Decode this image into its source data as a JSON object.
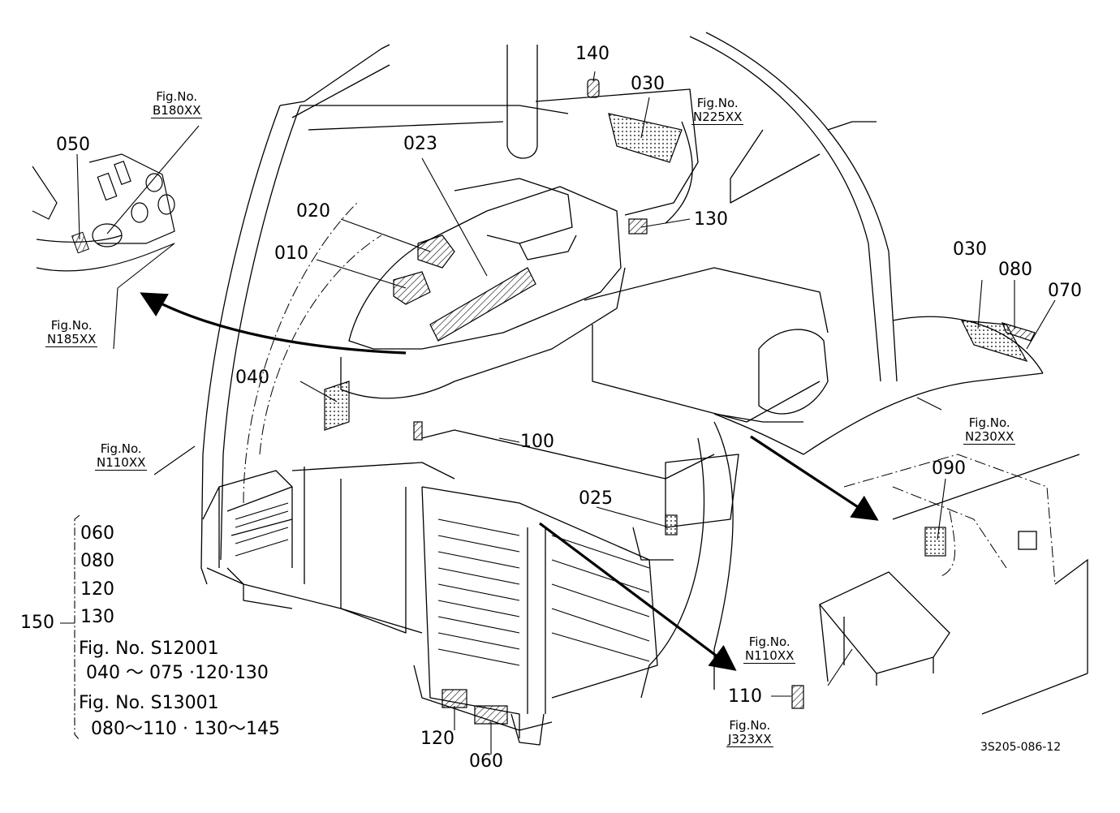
{
  "parts": {
    "p140": "140",
    "p030a": "030",
    "p023": "023",
    "p050": "050",
    "p020": "020",
    "p010": "010",
    "p130": "130",
    "p030b": "030",
    "p080": "080",
    "p070": "070",
    "p040": "040",
    "p100": "100",
    "p025": "025",
    "p090": "090",
    "p110": "110",
    "p120": "120",
    "p060": "060",
    "p150": "150"
  },
  "figrefs": {
    "b180": {
      "label": "Fig.No.",
      "num": "B180XX"
    },
    "n225": {
      "label": "Fig.No.",
      "num": "N225XX"
    },
    "n185": {
      "label": "Fig.No.",
      "num": "N185XX"
    },
    "n110a": {
      "label": "Fig.No.",
      "num": "N110XX"
    },
    "n230": {
      "label": "Fig.No.",
      "num": "N230XX"
    },
    "n110b": {
      "label": "Fig.No.",
      "num": "N110XX"
    },
    "j323": {
      "label": "Fig.No.",
      "num": "J323XX"
    }
  },
  "group150": {
    "items": [
      "060",
      "080",
      "120",
      "130"
    ],
    "fig1": "Fig. No. S12001",
    "range1": "040 ～ 075 ·120·130",
    "fig2": "Fig. No. S13001",
    "range2": "080～110 · 130～145"
  },
  "drawing_code": "3S205-086-12",
  "colors": {
    "ink": "#000000",
    "paper": "#ffffff"
  }
}
